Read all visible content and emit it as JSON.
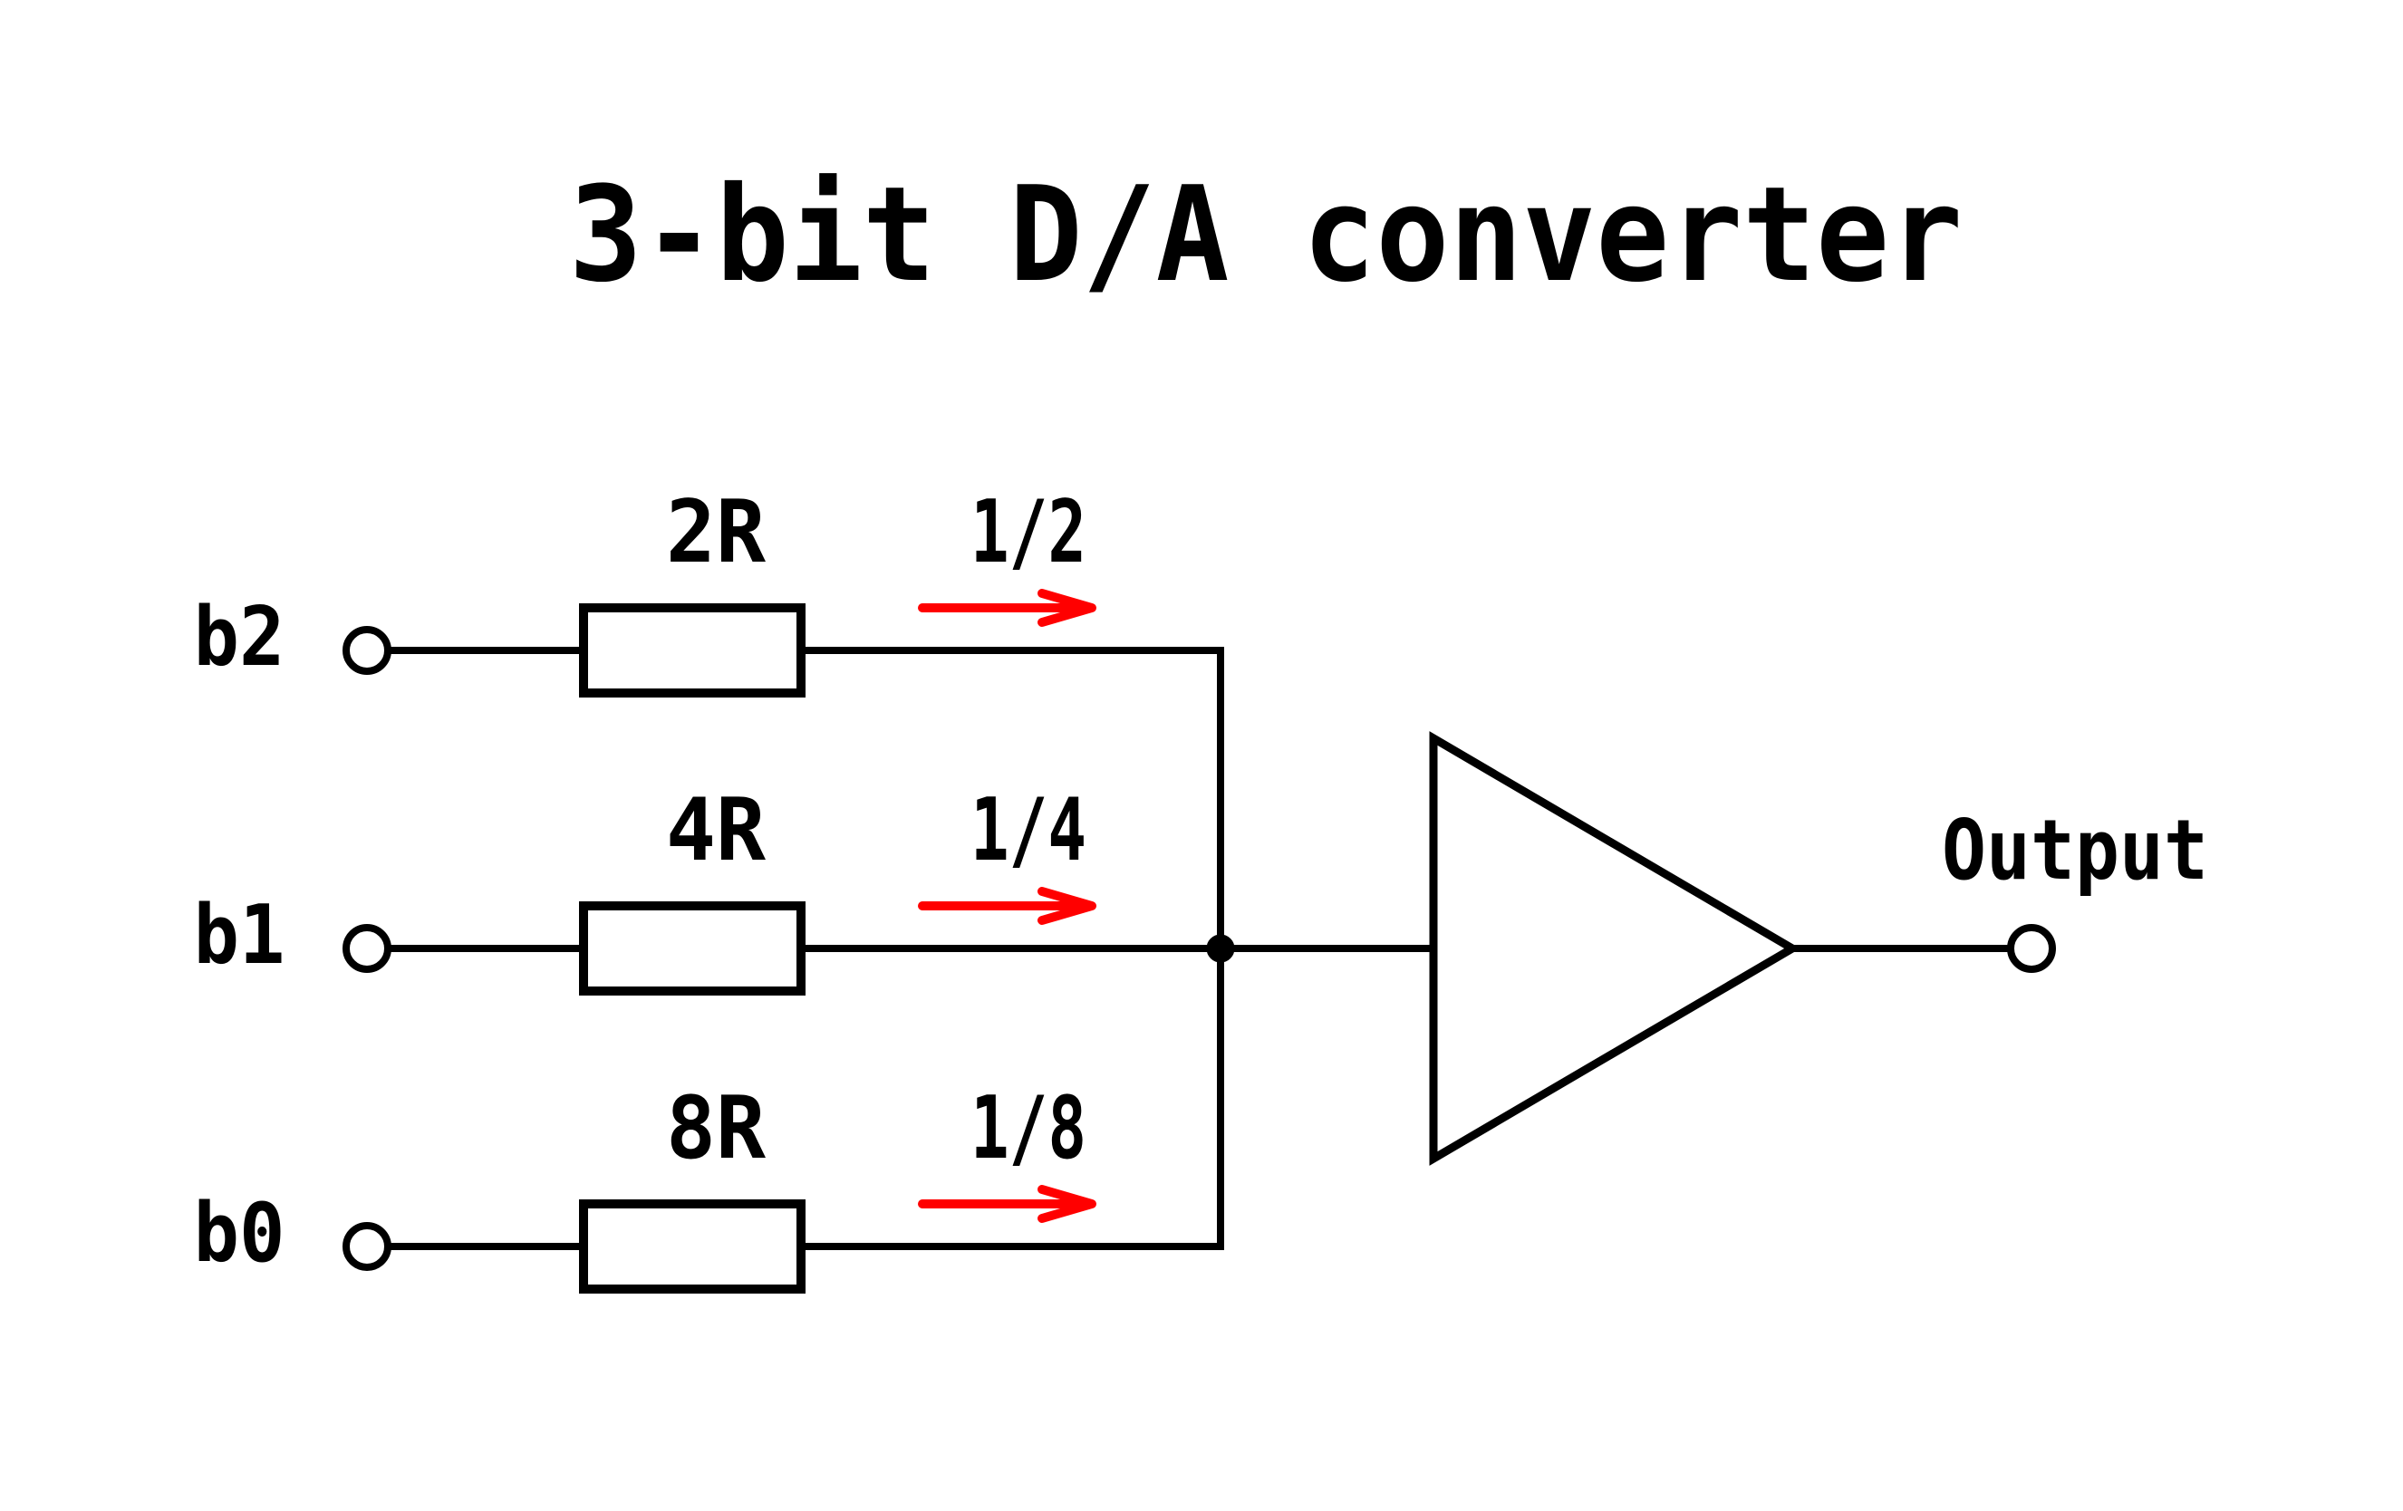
{
  "title": "3-bit D/A converter",
  "output_label": "Output",
  "inputs": [
    {
      "label": "b2",
      "resistor": "2R",
      "fraction": "1/2"
    },
    {
      "label": "b1",
      "resistor": "4R",
      "fraction": "1/4"
    },
    {
      "label": "b0",
      "resistor": "8R",
      "fraction": "1/8"
    }
  ],
  "colors": {
    "wire": "#000000",
    "arrow": "#ff0000",
    "background": "#ffffff"
  }
}
